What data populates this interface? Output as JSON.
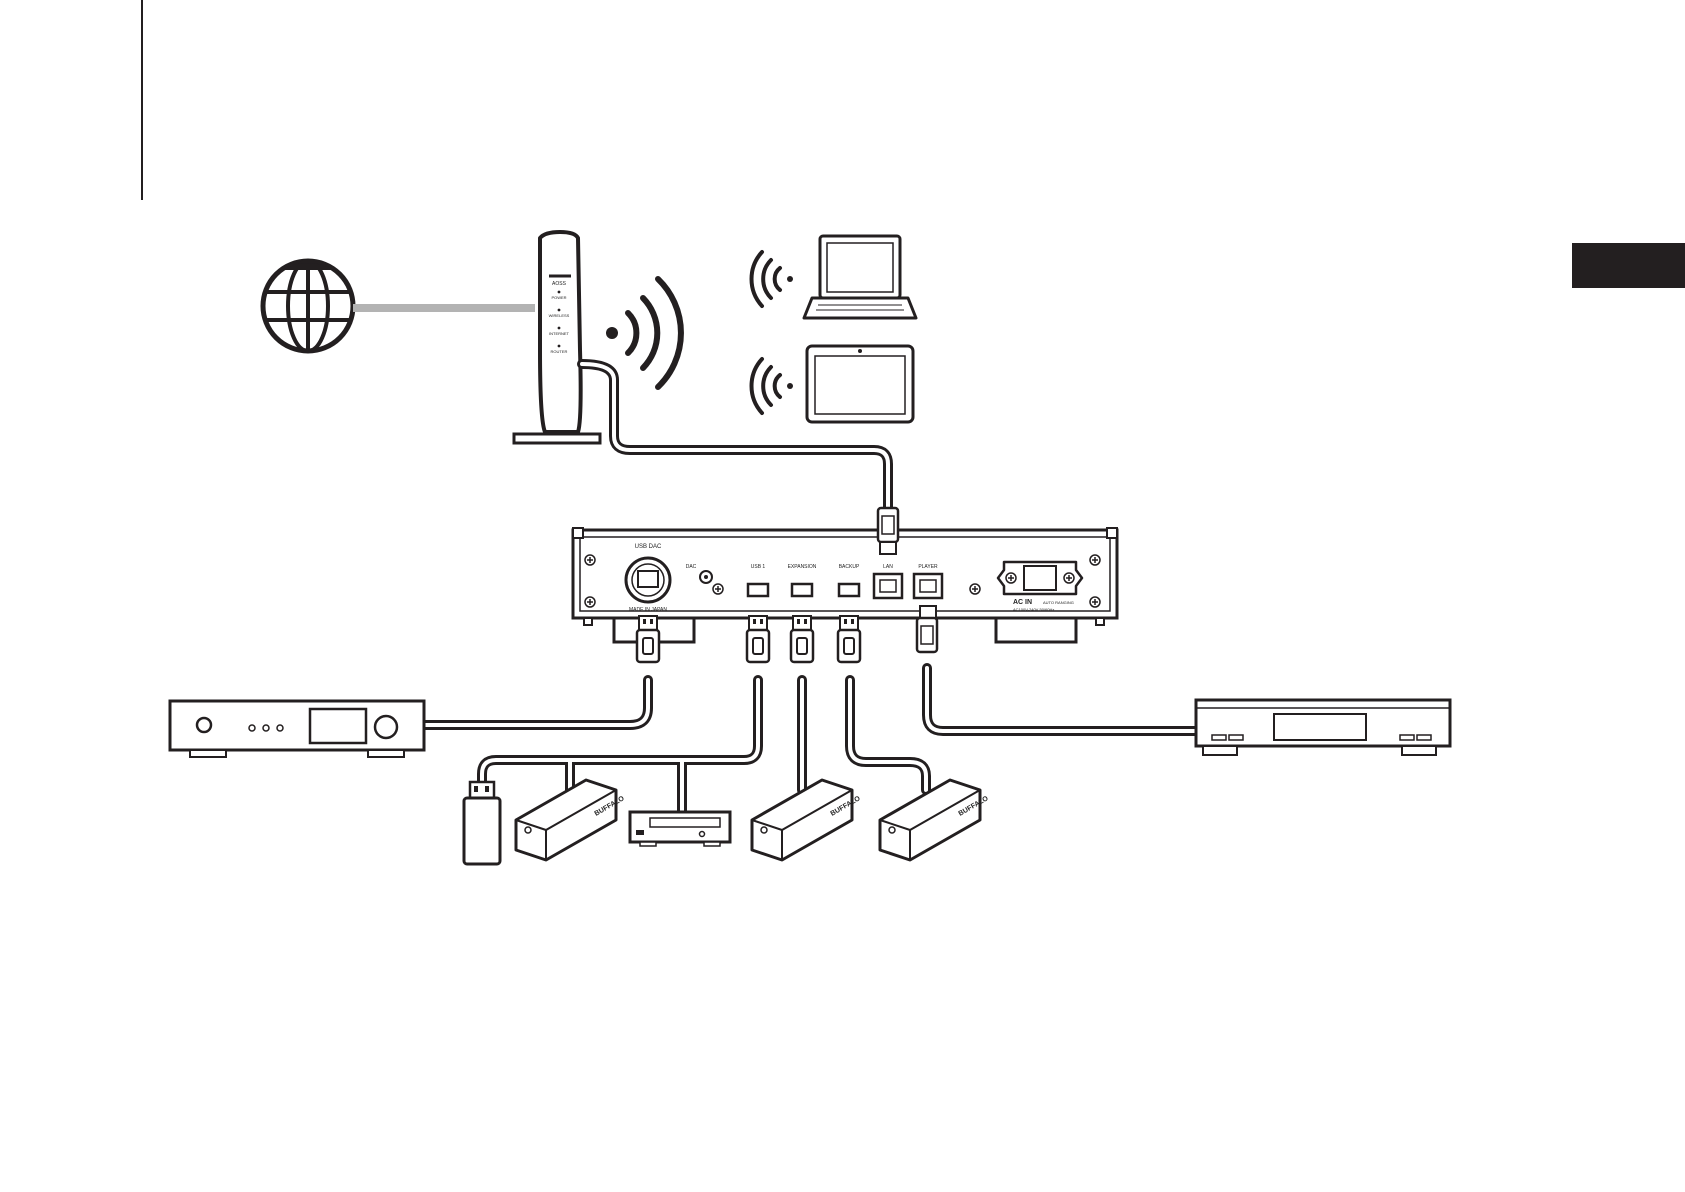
{
  "router": {
    "leds": [
      "POWER",
      "WIRELESS",
      "INTERNET",
      "ROUTER"
    ],
    "model": "AOSS"
  },
  "server": {
    "port_usb_dac": "USB DAC",
    "port_dac": "DAC",
    "port_usb_1": "USB 1",
    "port_expansion": "EXPANSION",
    "port_backup": "BACKUP",
    "port_lan": "LAN",
    "port_player": "PLAYER",
    "made_in": "MADE IN JAPAN",
    "ac_in": "AC IN",
    "ac_spec_1": "AC100V-240V 50/60Hz",
    "ac_spec_2": "AUTO RANGING"
  },
  "drives": {
    "brand": "BUFFALO"
  },
  "colors": {
    "line": "#231f20",
    "internet_link": "#b3b3b3",
    "page_tab": "#231f20",
    "background": "#ffffff"
  },
  "icons": [
    "globe-icon",
    "wifi-icon",
    "laptop-icon",
    "tablet-icon"
  ]
}
